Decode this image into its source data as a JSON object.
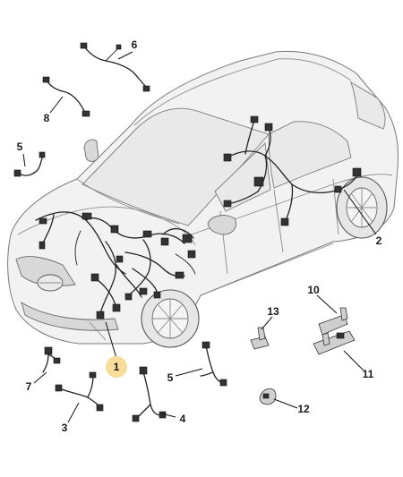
{
  "diagram": {
    "labels": [
      {
        "id": "1",
        "text": "1",
        "highlighted": true
      },
      {
        "id": "2",
        "text": "2"
      },
      {
        "id": "3",
        "text": "3"
      },
      {
        "id": "4",
        "text": "4"
      },
      {
        "id": "5a",
        "text": "5"
      },
      {
        "id": "5b",
        "text": "5"
      },
      {
        "id": "6",
        "text": "6"
      },
      {
        "id": "7",
        "text": "7"
      },
      {
        "id": "8",
        "text": "8"
      },
      {
        "id": "10",
        "text": "10"
      },
      {
        "id": "11",
        "text": "11"
      },
      {
        "id": "12",
        "text": "12"
      },
      {
        "id": "13",
        "text": "13"
      }
    ],
    "highlight_color": "#f7dc9a"
  }
}
